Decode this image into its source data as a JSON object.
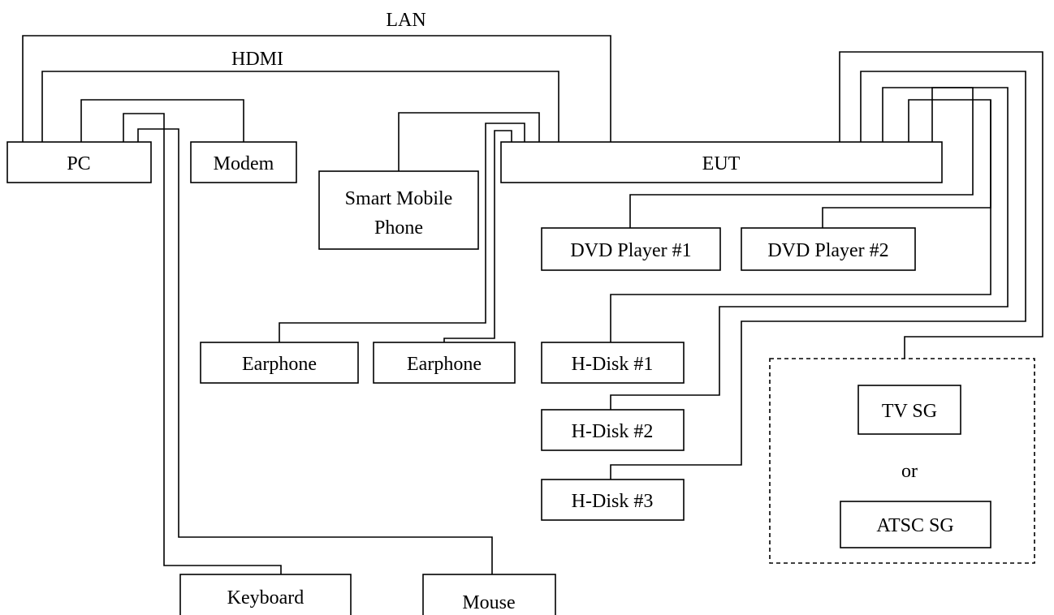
{
  "diagram": {
    "cable_labels": {
      "lan": "LAN",
      "hdmi": "HDMI"
    },
    "devices": {
      "pc": "PC",
      "modem": "Modem",
      "phone_line1": "Smart Mobile",
      "phone_line2": "Phone",
      "eut": "EUT",
      "dvd1": "DVD Player #1",
      "dvd2": "DVD Player #2",
      "earphone1": "Earphone",
      "earphone2": "Earphone",
      "hdisk1": "H-Disk #1",
      "hdisk2": "H-Disk #2",
      "hdisk3": "H-Disk #3",
      "tv_sg": "TV SG",
      "or": "or",
      "atsc_sg": "ATSC SG",
      "keyboard": "Keyboard",
      "mouse": "Mouse"
    }
  }
}
